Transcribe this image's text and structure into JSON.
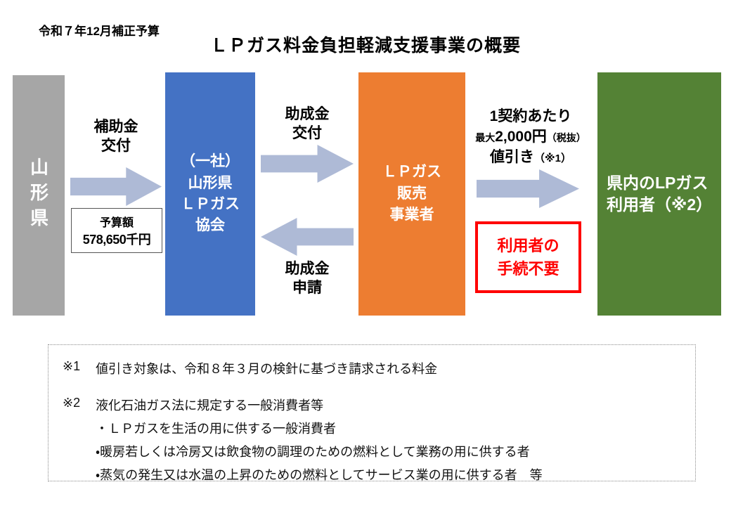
{
  "header": {
    "budget_tag": "令和７年12月補正予算",
    "title": "ＬＰガス料金負担軽減支援事業の概要"
  },
  "flow": {
    "prefecture_box": "山形県",
    "association_box": {
      "line1": "（一社）",
      "line2": "山形県",
      "line3": "ＬＰガス",
      "line4": "協会"
    },
    "seller_box": {
      "line1": "ＬＰガス",
      "line2": "販売",
      "line3": "事業者"
    },
    "consumer_box": {
      "line1": "県内のLPガス",
      "line2": "利用者（※2）"
    },
    "subsidy_grant_label": {
      "line1": "補助金",
      "line2": "交付"
    },
    "budget_box": {
      "line1": "予算額",
      "line2": "578,650千円"
    },
    "grant_payment_label": {
      "line1": "助成金",
      "line2": "交付"
    },
    "grant_application_label": {
      "line1": "助成金",
      "line2": "申請"
    },
    "discount_label": {
      "line1": "1契約あたり",
      "line2_prefix": "最大",
      "line2_amount": "2,000円",
      "line2_suffix": "（税抜）",
      "line3_main": "値引き",
      "line3_note": "（※1）"
    },
    "no_procedure_box": {
      "line1": "利用者の",
      "line2": "手続不要"
    }
  },
  "notes": {
    "note1_marker": "※1",
    "note1_text": "値引き対象は、令和８年３月の検針に基づき請求される料金",
    "note2_marker": "※2",
    "note2_text": "液化石油ガス法に規定する一般消費者等",
    "note2_bullets": [
      "・ＬＰガスを生活の用に供する一般消費者",
      "・暖房若しくは冷房又は飲食物の調理のための燃料として業務の用に供する者",
      "・蒸気の発生又は水温の上昇のための燃料としてサービス業の用に供する者　等"
    ]
  },
  "colors": {
    "prefecture_box": "#A6A6A6",
    "association_box": "#4472C4",
    "seller_box": "#ED7D31",
    "consumer_box": "#548235",
    "arrow": "#AEBAD6",
    "alert": "#FF0000"
  }
}
